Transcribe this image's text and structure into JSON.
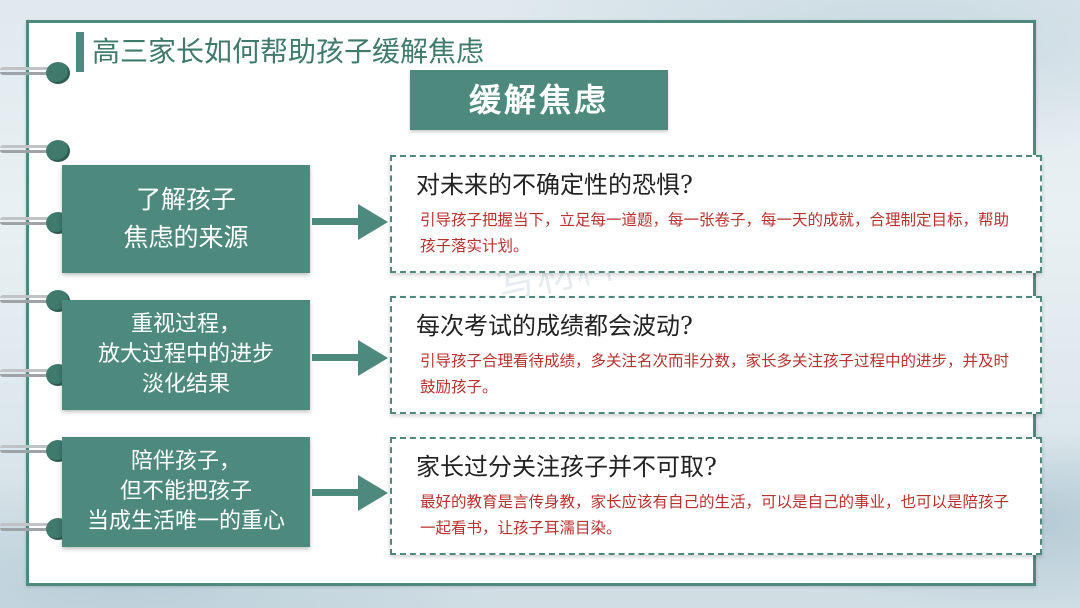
{
  "page": {
    "header_title": "高三家长如何帮助孩子缓解焦虑",
    "section_title": "缓解焦虑",
    "watermark": "写材料"
  },
  "rows": [
    {
      "left_lines": [
        "了解孩子",
        "焦虑的来源"
      ],
      "question": "对未来的不确定性的恐惧?",
      "answer": "引导孩子把握当下，立足每一道题，每一张卷子，每一天的成就，合理制定目标，帮助孩子落实计划。"
    },
    {
      "left_lines": [
        "重视过程，",
        "放大过程中的进步",
        "淡化结果"
      ],
      "question": "每次考试的成绩都会波动?",
      "answer": "引导孩子合理看待成绩，多关注名次而非分数，家长多关注孩子过程中的进步，并及时鼓励孩子。"
    },
    {
      "left_lines": [
        "陪伴孩子，",
        "但不能把孩子",
        "当成生活唯一的重心"
      ],
      "question": "家长过分关注孩子并不可取?",
      "answer": "最好的教育是言传身教，家长应该有自己的生活，可以是自己的事业，也可以是陪孩子一起看书，让孩子耳濡目染。"
    }
  ],
  "colors": {
    "accent_green": "#4d8a7d",
    "answer_red": "#b8322e",
    "ring_hole": "#3f7a6d"
  },
  "icons": {
    "binder_ring": "binder-ring-icon",
    "arrow": "right-arrow-icon"
  }
}
